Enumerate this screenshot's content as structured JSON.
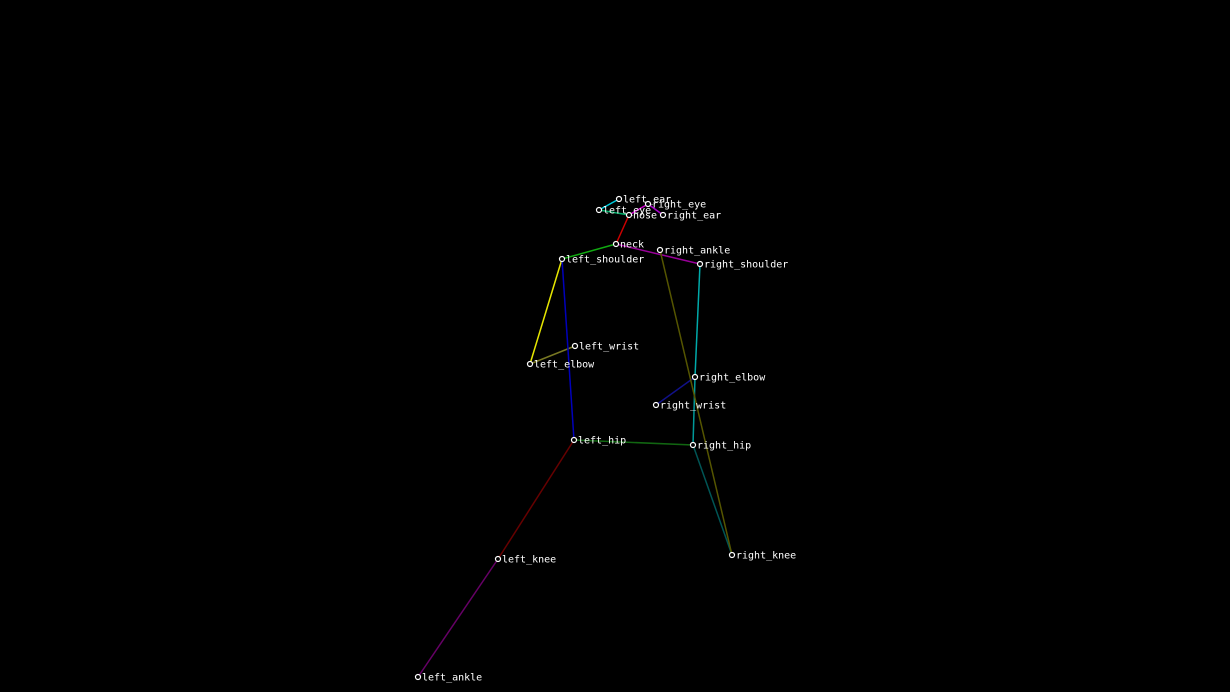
{
  "keypoints": [
    {
      "id": "left_ear",
      "label": "left_ear"
    },
    {
      "id": "right_eye",
      "label": "right_eye"
    },
    {
      "id": "left_eye",
      "label": "left_eye"
    },
    {
      "id": "nose",
      "label": "nose"
    },
    {
      "id": "right_ear",
      "label": "right_ear"
    },
    {
      "id": "neck",
      "label": "neck"
    },
    {
      "id": "right_ankle",
      "label": "right_ankle"
    },
    {
      "id": "left_shoulder",
      "label": "left_shoulder"
    },
    {
      "id": "right_shoulder",
      "label": "right_shoulder"
    },
    {
      "id": "left_wrist",
      "label": "left_wrist"
    },
    {
      "id": "left_elbow",
      "label": "left_elbow"
    },
    {
      "id": "right_elbow",
      "label": "right_elbow"
    },
    {
      "id": "right_wrist",
      "label": "right_wrist"
    },
    {
      "id": "left_hip",
      "label": "left_hip"
    },
    {
      "id": "right_hip",
      "label": "right_hip"
    },
    {
      "id": "right_knee",
      "label": "right_knee"
    },
    {
      "id": "left_knee",
      "label": "left_knee"
    },
    {
      "id": "left_ankle",
      "label": "left_ankle"
    }
  ],
  "bones": [
    {
      "from": "neck",
      "to": "nose",
      "color": "#cc0000"
    },
    {
      "from": "nose",
      "to": "left_eye",
      "color": "#00aa66"
    },
    {
      "from": "left_eye",
      "to": "left_ear",
      "color": "#00ccdd"
    },
    {
      "from": "nose",
      "to": "right_eye",
      "color": "#cc00cc"
    },
    {
      "from": "right_eye",
      "to": "right_ear",
      "color": "#aa00cc"
    },
    {
      "from": "neck",
      "to": "left_shoulder",
      "color": "#11aa11"
    },
    {
      "from": "neck",
      "to": "right_shoulder",
      "color": "#990099"
    },
    {
      "from": "left_shoulder",
      "to": "left_elbow",
      "color": "#e6e600"
    },
    {
      "from": "left_elbow",
      "to": "left_wrist",
      "color": "#777722"
    },
    {
      "from": "left_shoulder",
      "to": "left_hip",
      "color": "#0000bb"
    },
    {
      "from": "right_shoulder",
      "to": "right_elbow",
      "color": "#00aaaa"
    },
    {
      "from": "right_elbow",
      "to": "right_wrist",
      "color": "#111188"
    },
    {
      "from": "right_elbow",
      "to": "right_hip",
      "color": "#009999"
    },
    {
      "from": "left_hip",
      "to": "right_hip",
      "color": "#116611"
    },
    {
      "from": "right_hip",
      "to": "right_knee",
      "color": "#005555"
    },
    {
      "from": "right_ankle",
      "to": "right_knee",
      "color": "#555500"
    },
    {
      "from": "left_hip",
      "to": "left_knee",
      "color": "#660000"
    },
    {
      "from": "left_knee",
      "to": "left_ankle",
      "color": "#660066"
    }
  ]
}
